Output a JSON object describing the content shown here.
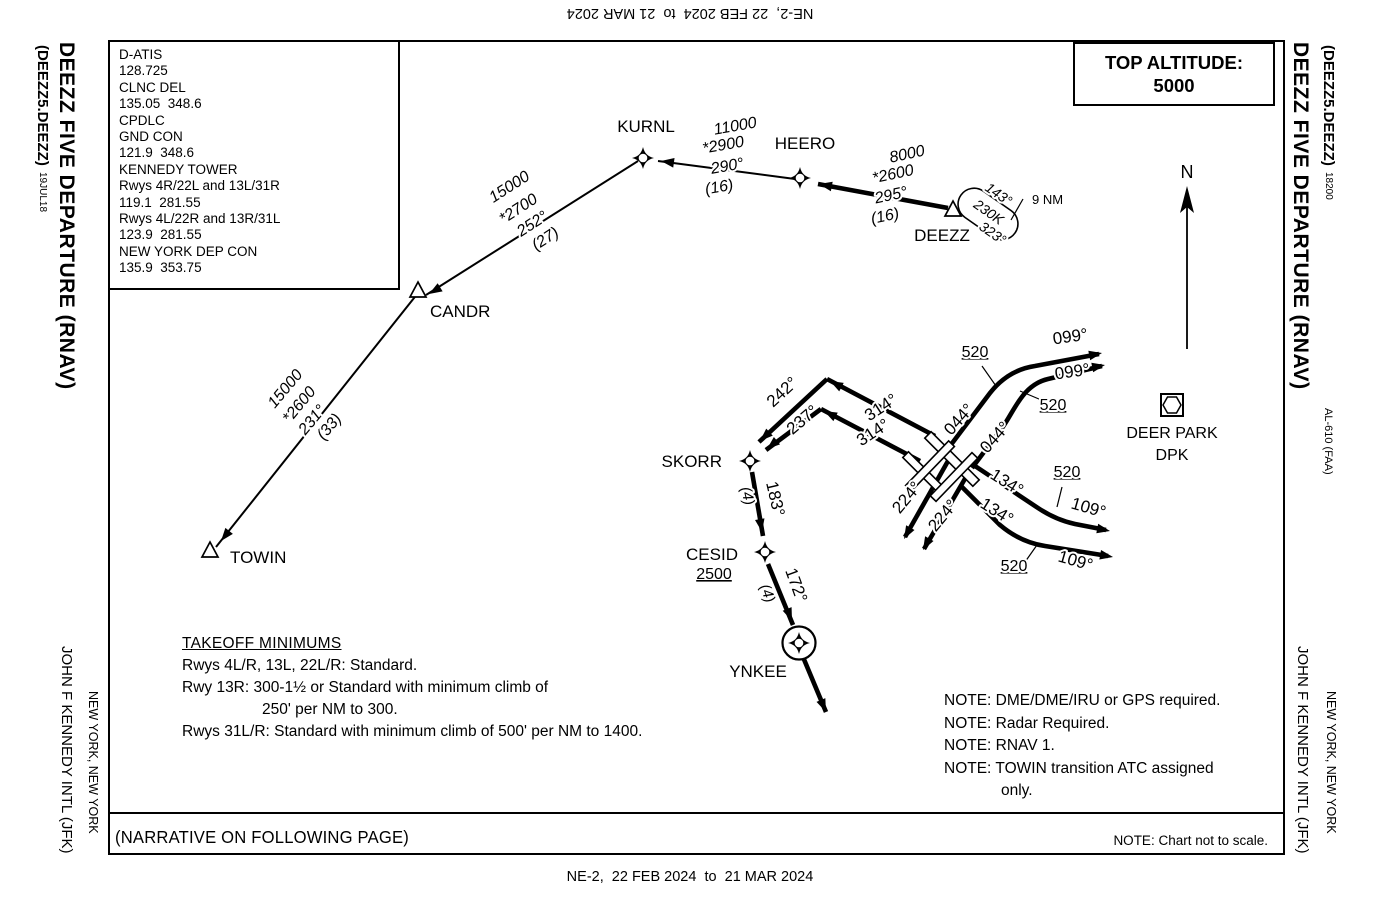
{
  "edge": {
    "date": "NE-2,  22 FEB 2024  to  21 MAR 2024"
  },
  "margins": {
    "left": {
      "title": "DEEZZ FIVE DEPARTURE (RNAV)",
      "subtitle": "(DEEZZ5.DEEZZ)",
      "date_code": "19JUL18",
      "airport": "JOHN F KENNEDY INTL  (JFK)",
      "city": "NEW YORK, NEW YORK"
    },
    "right": {
      "title": "DEEZZ FIVE DEPARTURE (RNAV)",
      "subtitle": "(DEEZZ5.DEEZZ)",
      "chart_code": "18200",
      "al_code": "AL-610 (FAA)",
      "airport": "JOHN F KENNEDY INTL  (JFK)",
      "city": "NEW YORK, NEW YORK"
    }
  },
  "top_altitude": {
    "label": "TOP ALTITUDE:",
    "value": "5000"
  },
  "comm": {
    "lines": [
      "D-ATIS",
      "128.725",
      "CLNC DEL",
      "135.05  348.6",
      "CPDLC",
      "GND CON",
      "121.9  348.6",
      "KENNEDY TOWER",
      "Rwys 4R/22L and 13L/31R",
      "119.1  281.55",
      "Rwys 4L/22R and 13R/31L",
      "123.9  281.55",
      "NEW YORK DEP CON",
      "135.9  353.75"
    ]
  },
  "plan": {
    "north": "N",
    "fixes": {
      "kurnl": "KURNL",
      "heero": "HEERO",
      "deezz": "DEEZZ",
      "candr": "CANDR",
      "towin": "TOWIN",
      "skorr": "SKORR",
      "cesid": "CESID",
      "cesid_alt": "2500",
      "ynkee": "YNKEE"
    },
    "deer_park": {
      "name": "DEER PARK",
      "id": "DPK"
    },
    "hold": {
      "inbound": "143°",
      "speed": "230K",
      "outbound": "323°",
      "leg": "9 NM"
    },
    "legs": {
      "kurnl": [
        "11000",
        "*2900",
        "290°",
        "(16)"
      ],
      "heero": [
        "8000",
        "*2600",
        "295°",
        "(16)"
      ],
      "candr": [
        "15000",
        "*2700",
        "252°",
        "(27)"
      ],
      "towin": [
        "15000",
        "*2600",
        "231°",
        "(33)"
      ]
    },
    "labels": {
      "deg242": "242°",
      "deg237": "237°",
      "deg314": "314°",
      "deg044": "044°",
      "deg099": "099°",
      "deg134": "134°",
      "deg109": "109°",
      "deg224": "224°",
      "deg183": "183°",
      "deg172": "172°",
      "dist4": "(4)",
      "alt520": "520"
    }
  },
  "takeoff_minimums": {
    "title": "TAKEOFF MINIMUMS",
    "lines": [
      "Rwys 4L/R, 13L, 22L/R:  Standard.",
      "Rwy 13R:  300-1½ or Standard with minimum climb of",
      "250' per NM to 300.",
      "Rwys 31L/R:  Standard with minimum climb of 500' per NM to 1400."
    ]
  },
  "notes": {
    "lines": [
      "NOTE: DME/DME/IRU or GPS required.",
      "NOTE: Radar Required.",
      "NOTE: RNAV 1.",
      "NOTE: TOWIN transition ATC assigned",
      "only."
    ]
  },
  "footer": {
    "narrative": "(NARRATIVE ON FOLLOWING PAGE)",
    "not_to_scale": "NOTE: Chart not to scale."
  }
}
